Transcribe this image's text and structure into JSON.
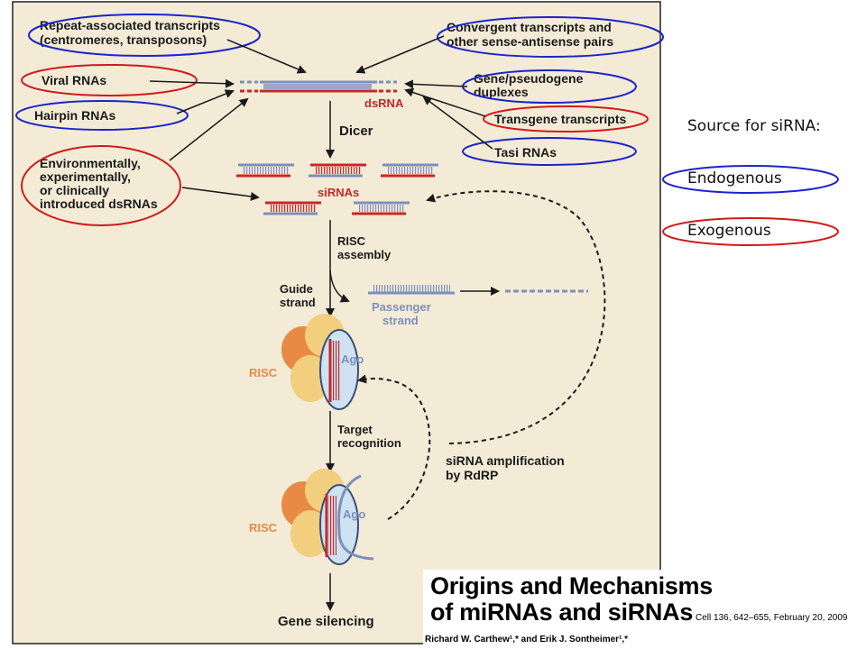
{
  "sources": {
    "repeat": [
      "Repeat-associated transcripts",
      "(centromeres, transposons)"
    ],
    "convergent": [
      "Convergent transcripts and",
      "other sense-antisense pairs"
    ],
    "viral": "Viral RNAs",
    "gene_pseudo": [
      "Gene/pseudogene",
      "duplexes"
    ],
    "hairpin": "Hairpin RNAs",
    "transgene": "Transgene transcripts",
    "tasi": "Tasi RNAs",
    "environmental": [
      "Environmentally,",
      "experimentally,",
      "or clinically",
      "introduced dsRNAs"
    ]
  },
  "pathway": {
    "dsrna": "dsRNA",
    "dicer": "Dicer",
    "sirnas": "siRNAs",
    "risc_assembly": [
      "RISC",
      "assembly"
    ],
    "guide_strand": [
      "Guide",
      "strand"
    ],
    "passenger_strand": [
      "Passenger",
      "strand"
    ],
    "risc": "RISC",
    "ago": "Ago",
    "target_recognition": [
      "Target",
      "recognition"
    ],
    "amplification": [
      "siRNA amplification",
      "by RdRP"
    ],
    "gene_silencing": "Gene silencing"
  },
  "legend": {
    "title": "Source for siRNA:",
    "endogenous": "Endogenous",
    "exogenous": "Exogenous",
    "endogenous_color": "#1c25c8",
    "exogenous_color": "#d11a1a"
  },
  "paper": {
    "title_line1": "Origins and Mechanisms",
    "title_line2": "of miRNAs and siRNAs",
    "citation": "Cell 136, 642–655, February 20, 2009",
    "authors": "Richard W. Carthew¹,* and Erik J. Sontheimer¹,*"
  },
  "colors": {
    "panel_bg": "#f3ebd6",
    "rna_red": "#c62828",
    "rna_blue": "#7d8fbd",
    "risc_orange": "#e98a44"
  }
}
